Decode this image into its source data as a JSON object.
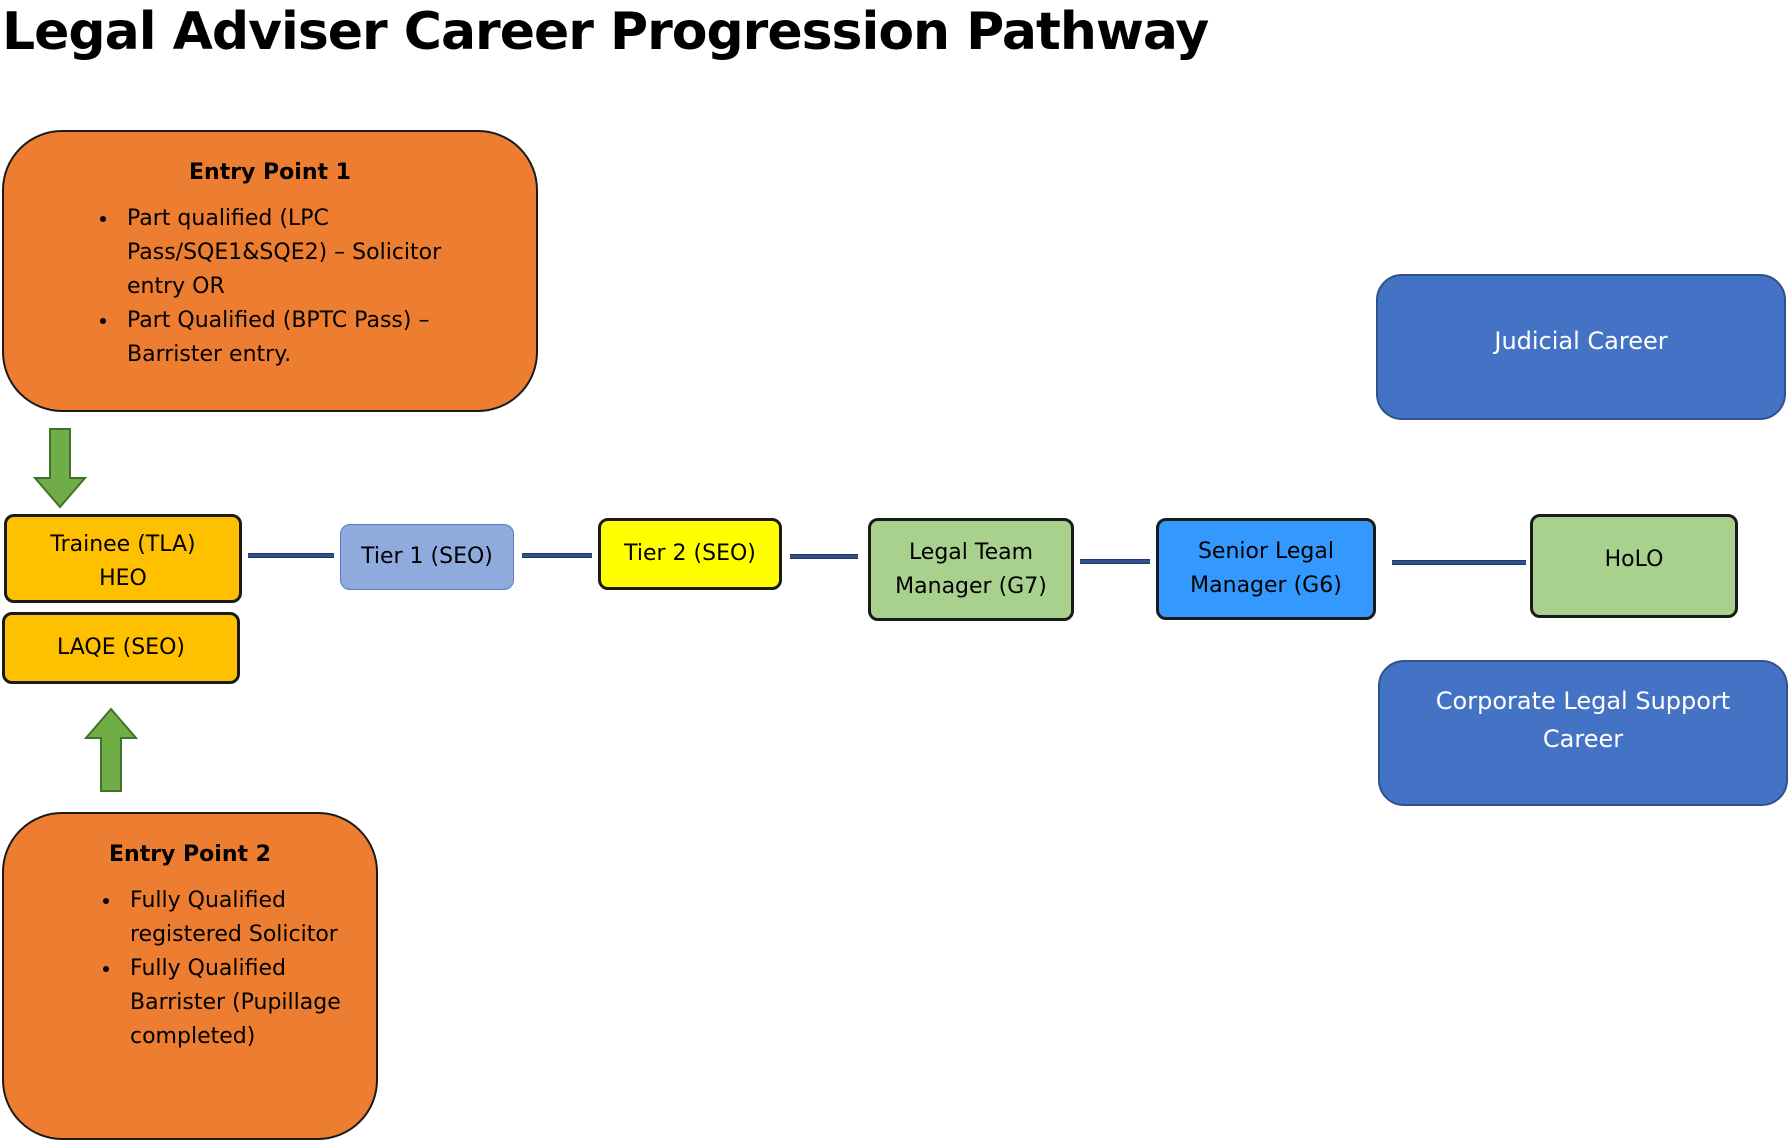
{
  "title": "Legal Adviser Career Progression Pathway",
  "colors": {
    "entry_orange": "#ED7D31",
    "amber": "#FFC000",
    "periwinkle": "#8FAADC",
    "yellow": "#FFFF00",
    "green": "#A9D18E",
    "bright_blue": "#3399FF",
    "career_blue": "#4472C4",
    "arrow_green": "#70AD47",
    "connector_blue": "#2F528F"
  },
  "entry_point_1": {
    "heading": "Entry Point 1",
    "bullets": [
      "Part qualified (LPC Pass/SQE1&SQE2) – Solicitor entry OR",
      "Part Qualified (BPTC Pass) – Barrister entry."
    ]
  },
  "entry_point_2": {
    "heading": "Entry Point 2",
    "bullets": [
      "Fully Qualified registered Solicitor",
      "Fully Qualified Barrister (Pupillage completed)"
    ]
  },
  "nodes": {
    "trainee": "Trainee (TLA)\nHEO",
    "laqe": "LAQE (SEO)",
    "tier1": "Tier 1 (SEO)",
    "tier2": "Tier 2 (SEO)",
    "legal_team_manager": "Legal Team\nManager (G7)",
    "senior_legal_manager": "Senior Legal\nManager (G6)",
    "holo": "HoLO"
  },
  "careers": {
    "judicial": "Judicial Career",
    "corporate": "Corporate Legal Support\nCareer"
  },
  "icons": {
    "arrow_down": "down-arrow-icon",
    "arrow_up": "up-arrow-icon"
  }
}
